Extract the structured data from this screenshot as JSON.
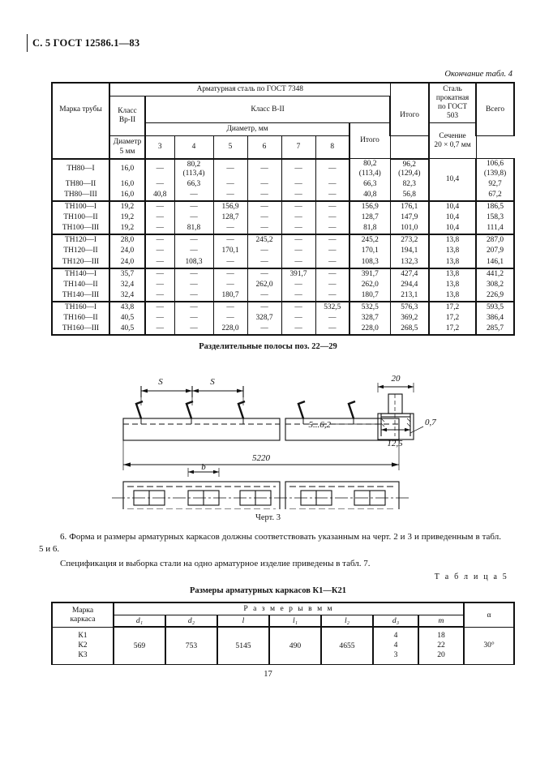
{
  "header": {
    "page_ref": "С. 5 ГОСТ 12586.1—83",
    "table_continued": "Окончание табл. 4"
  },
  "table4": {
    "headers": {
      "mark": "Марка трубы",
      "rebar_group": "Арматурная сталь по ГОСТ 7348",
      "class_vr2": "Класс\nВр-II",
      "class_v2": "Класс В-II",
      "diameter_5mm": "Диаметр\n5 мм",
      "diameter_mm": "Диаметр, мм",
      "sizes": [
        "3",
        "4",
        "5",
        "6",
        "7",
        "8"
      ],
      "subtotal": "Итого",
      "total_rebar": "Итого",
      "rolled_steel": "Сталь\nпрокатная\nпо ГОСТ 503",
      "section": "Сечение\n20 × 0,7 мм",
      "grand_total": "Всего"
    },
    "groups": [
      {
        "rows": [
          {
            "mark": "ТН80—I",
            "d5": "16,0",
            "d3": "—",
            "d4": "80,2\n(113,4)",
            "d5c": "—",
            "d6": "—",
            "d7": "—",
            "d8": "—",
            "subtotal": "80,2\n(113,4)",
            "total": "96,2\n(129,4)",
            "total_all": "106,6\n(139,8)"
          },
          {
            "mark": "ТН80—II",
            "d5": "16,0",
            "d3": "—",
            "d4": "66,3",
            "d5c": "—",
            "d6": "—",
            "d7": "—",
            "d8": "—",
            "subtotal": "66,3",
            "total": "82,3",
            "total_all": "92,7"
          },
          {
            "mark": "ТН80—III",
            "d5": "16,0",
            "d3": "40,8",
            "d4": "—",
            "d5c": "—",
            "d6": "—",
            "d7": "—",
            "d8": "—",
            "subtotal": "40,8",
            "total": "56,8",
            "total_all": "67,2"
          }
        ],
        "rolled": "10,4"
      },
      {
        "rows": [
          {
            "mark": "ТН100—I",
            "d5": "19,2",
            "d3": "—",
            "d4": "—",
            "d5c": "156,9",
            "d6": "—",
            "d7": "—",
            "d8": "—",
            "subtotal": "156,9",
            "total": "176,1",
            "rolled": "10,4",
            "total_all": "186,5"
          },
          {
            "mark": "ТН100—II",
            "d5": "19,2",
            "d3": "—",
            "d4": "—",
            "d5c": "128,7",
            "d6": "—",
            "d7": "—",
            "d8": "—",
            "subtotal": "128,7",
            "total": "147,9",
            "rolled": "10,4",
            "total_all": "158,3"
          },
          {
            "mark": "ТН100—III",
            "d5": "19,2",
            "d3": "—",
            "d4": "81,8",
            "d5c": "—",
            "d6": "—",
            "d7": "—",
            "d8": "—",
            "subtotal": "81,8",
            "total": "101,0",
            "rolled": "10,4",
            "total_all": "111,4"
          }
        ]
      },
      {
        "rows": [
          {
            "mark": "ТН120—I",
            "d5": "28,0",
            "d3": "—",
            "d4": "—",
            "d5c": "—",
            "d6": "245,2",
            "d7": "—",
            "d8": "—",
            "subtotal": "245,2",
            "total": "273,2",
            "rolled": "13,8",
            "total_all": "287,0"
          },
          {
            "mark": "ТН120—II",
            "d5": "24,0",
            "d3": "—",
            "d4": "—",
            "d5c": "170,1",
            "d6": "—",
            "d7": "—",
            "d8": "—",
            "subtotal": "170,1",
            "total": "194,1",
            "rolled": "13,8",
            "total_all": "207,9"
          },
          {
            "mark": "ТН120—III",
            "d5": "24,0",
            "d3": "—",
            "d4": "108,3",
            "d5c": "—",
            "d6": "—",
            "d7": "—",
            "d8": "—",
            "subtotal": "108,3",
            "total": "132,3",
            "rolled": "13,8",
            "total_all": "146,1"
          }
        ]
      },
      {
        "rows": [
          {
            "mark": "ТН140—I",
            "d5": "35,7",
            "d3": "—",
            "d4": "—",
            "d5c": "—",
            "d6": "—",
            "d7": "391,7",
            "d8": "—",
            "subtotal": "391,7",
            "total": "427,4",
            "rolled": "13,8",
            "total_all": "441,2"
          },
          {
            "mark": "ТН140—II",
            "d5": "32,4",
            "d3": "—",
            "d4": "—",
            "d5c": "—",
            "d6": "262,0",
            "d7": "—",
            "d8": "—",
            "subtotal": "262,0",
            "total": "294,4",
            "rolled": "13,8",
            "total_all": "308,2"
          },
          {
            "mark": "ТН140—III",
            "d5": "32,4",
            "d3": "—",
            "d4": "—",
            "d5c": "180,7",
            "d6": "—",
            "d7": "—",
            "d8": "—",
            "subtotal": "180,7",
            "total": "213,1",
            "rolled": "13,8",
            "total_all": "226,9"
          }
        ]
      },
      {
        "rows": [
          {
            "mark": "ТН160—I",
            "d5": "43,8",
            "d3": "—",
            "d4": "—",
            "d5c": "—",
            "d6": "—",
            "d7": "—",
            "d8": "532,5",
            "subtotal": "532,5",
            "total": "576,3",
            "rolled": "17,2",
            "total_all": "593,5"
          },
          {
            "mark": "ТН160—II",
            "d5": "40,5",
            "d3": "—",
            "d4": "—",
            "d5c": "—",
            "d6": "328,7",
            "d7": "—",
            "d8": "—",
            "subtotal": "328,7",
            "total": "369,2",
            "rolled": "17,2",
            "total_all": "386,4"
          },
          {
            "mark": "ТН160—III",
            "d5": "40,5",
            "d3": "—",
            "d4": "—",
            "d5c": "228,0",
            "d6": "—",
            "d7": "—",
            "d8": "—",
            "subtotal": "228,0",
            "total": "268,5",
            "rolled": "17,2",
            "total_all": "285,7"
          }
        ]
      }
    ]
  },
  "figure": {
    "title": "Разделительные полосы поз. 22—29",
    "caption": "Черт. 3",
    "dimensions": {
      "spacing_s": "S",
      "length": "5220",
      "width_b": "b",
      "detail_width": "20",
      "detail_inner": "12,5",
      "detail_thickness": "0,7",
      "detail_range": "5...6,2"
    }
  },
  "body": {
    "para1": "6. Форма и размеры арматурных каркасов должны соответствовать указанным на черт. 2 и 3 и приведенным в табл. 5 и 6.",
    "para2": "Спецификация и выборка стали на одно арматурное изделие приведены в табл. 7.",
    "table5_label": "Т а б л и ц а  5",
    "table5_title": "Размеры арматурных каркасов К1—К21"
  },
  "table5": {
    "headers": {
      "mark": "Марка\nкаркаса",
      "sizes_group": "Р а з м е р ы  в  м м",
      "cols": [
        "d₁",
        "d₂",
        "l",
        "l₁",
        "l₂",
        "d₃",
        "m"
      ],
      "alpha": "α"
    },
    "marks": [
      "К1",
      "К2",
      "К3"
    ],
    "values": {
      "d1": "569",
      "d2": "753",
      "l": "5145",
      "l1": "490",
      "l2": "4655",
      "d3": [
        "4",
        "4",
        "3"
      ],
      "m": [
        "18",
        "22",
        "20"
      ],
      "alpha": "30°"
    }
  },
  "page_number": "17"
}
